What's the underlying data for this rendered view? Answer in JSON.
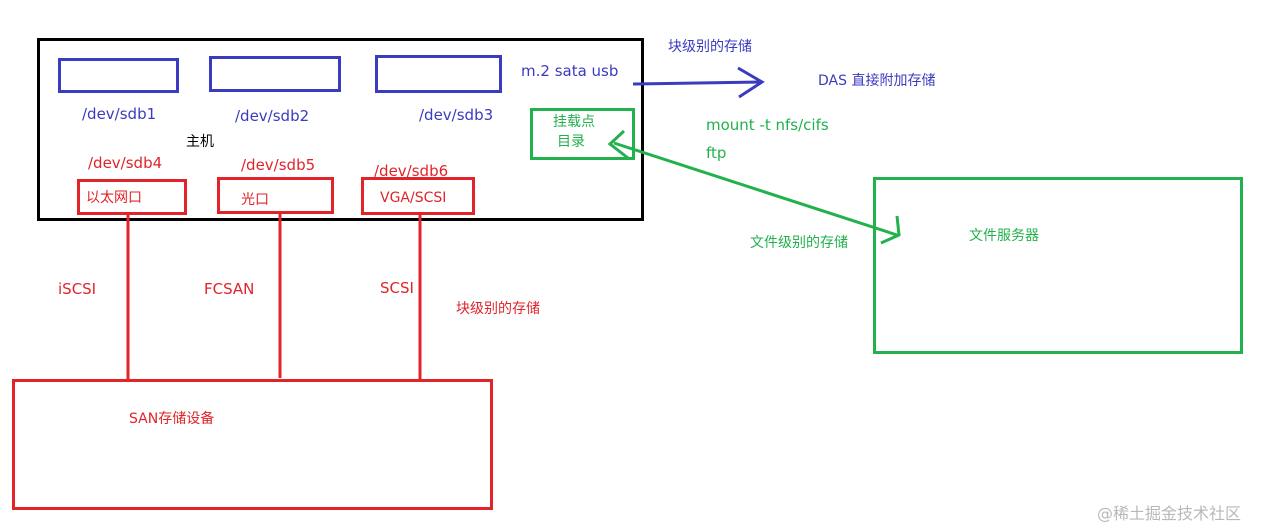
{
  "host": {
    "label": "主机",
    "disks": [
      "/dev/sdb1",
      "/dev/sdb2",
      "/dev/sdb3"
    ],
    "interfaces": [
      {
        "device": "/dev/sdb4",
        "port": "以太网口",
        "protocol": "iSCSI"
      },
      {
        "device": "/dev/sdb5",
        "port": "光口",
        "protocol": "FCSAN"
      },
      {
        "device": "/dev/sdb6",
        "port": "VGA/SCSI",
        "protocol": "SCSI"
      }
    ],
    "mount_point": {
      "line1": "挂载点",
      "line2": "目录"
    }
  },
  "das": {
    "buses": "m.2  sata  usb",
    "block_label": "块级别的存储",
    "target": "DAS 直接附加存储"
  },
  "nas": {
    "mount_cmd": "mount -t nfs/cifs",
    "ftp": "ftp",
    "file_label": "文件级别的存储",
    "server": "文件服务器"
  },
  "san": {
    "block_label": "块级别的存储",
    "device": "SAN存储设备"
  },
  "watermark": "@稀土掘金技术社区",
  "colors": {
    "das": "#3b3bbf",
    "san": "#e0242a",
    "nas": "#22b14c",
    "host": "#000000"
  }
}
